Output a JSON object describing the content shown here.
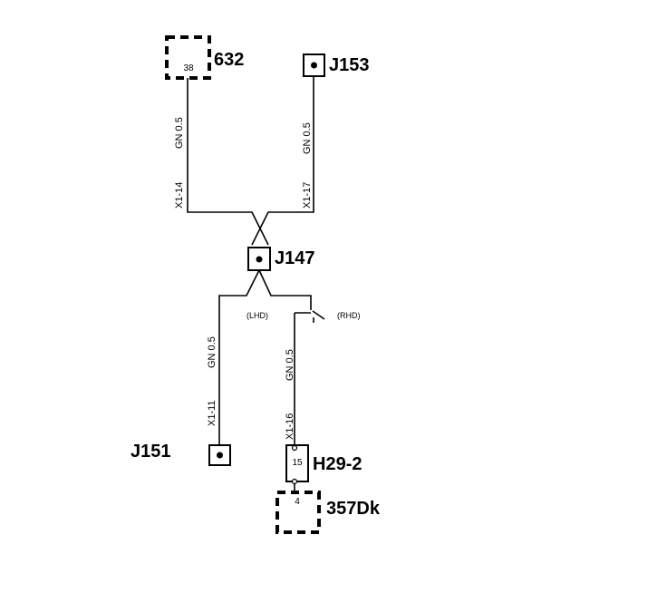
{
  "components": {
    "c632": {
      "name": "632",
      "pin": "38"
    },
    "j153": {
      "name": "J153"
    },
    "j147": {
      "name": "J147"
    },
    "j151": {
      "name": "J151"
    },
    "h29": {
      "name": "H29-2",
      "pin": "15"
    },
    "c357": {
      "name": "357Dk",
      "pin": "4"
    }
  },
  "wires": {
    "w632": {
      "color": "GN 0.5",
      "terminal": "X1-14"
    },
    "w153": {
      "color": "GN 0.5",
      "terminal": "X1-17"
    },
    "w151": {
      "color": "GN 0.5",
      "terminal": "X1-11"
    },
    "wh29": {
      "color": "GN 0.5",
      "terminal": "X1-16"
    }
  },
  "switch": {
    "lhd": "(LHD)",
    "rhd": "(RHD)"
  }
}
